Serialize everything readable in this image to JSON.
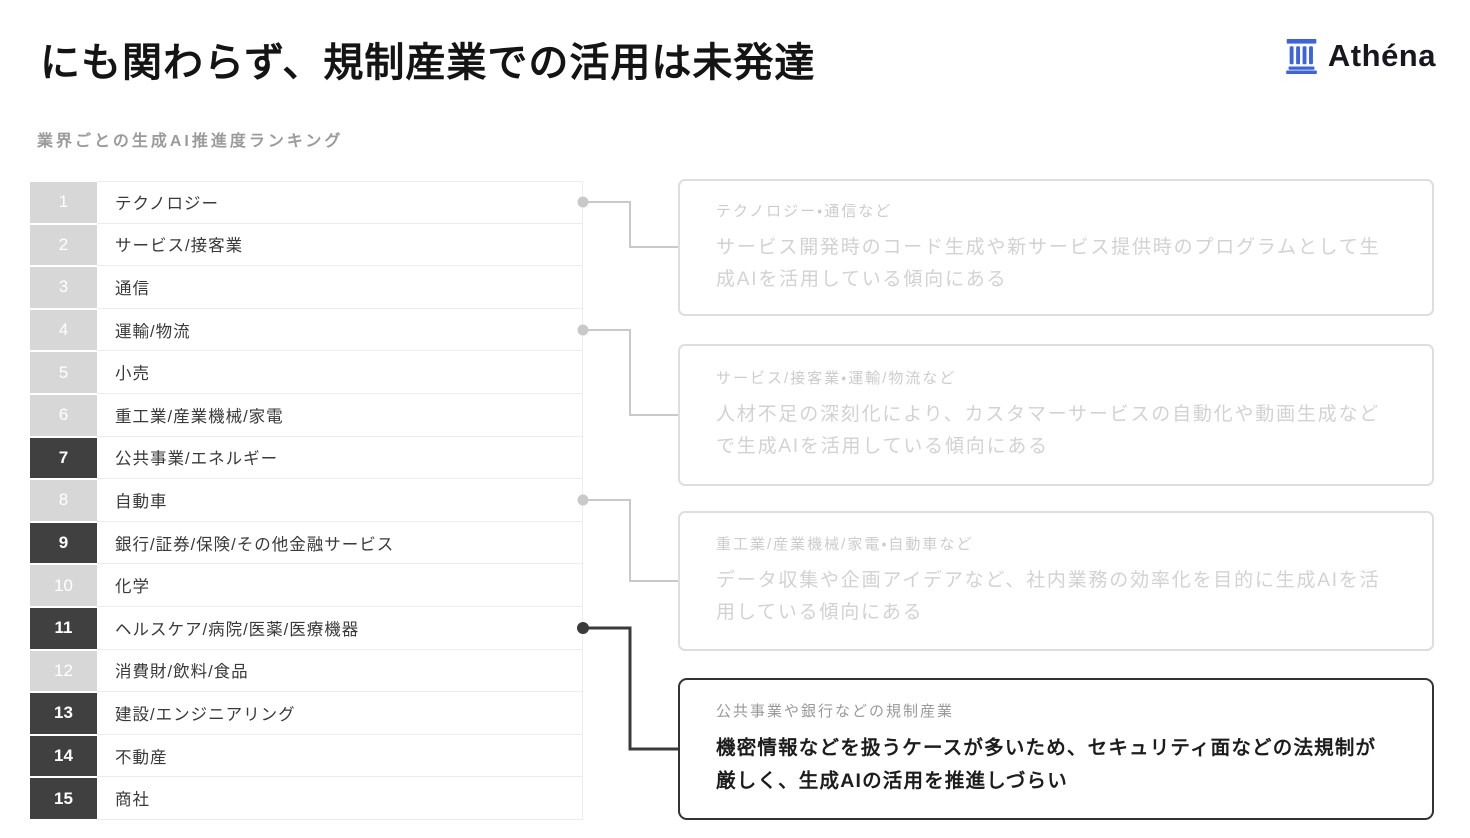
{
  "header": {
    "title": "にも関わらず、規制産業での活用は未発達",
    "brand_name": "Athéna",
    "brand_icon": "greek-pillar-icon"
  },
  "ranking": {
    "caption": "業界ごとの生成AI推進度ランキング",
    "rows": [
      {
        "rank": "1",
        "label": "テクノロジー",
        "emphasized": false
      },
      {
        "rank": "2",
        "label": "サービス/接客業",
        "emphasized": false
      },
      {
        "rank": "3",
        "label": "通信",
        "emphasized": false
      },
      {
        "rank": "4",
        "label": "運輸/物流",
        "emphasized": false
      },
      {
        "rank": "5",
        "label": "小売",
        "emphasized": false
      },
      {
        "rank": "6",
        "label": "重工業/産業機械/家電",
        "emphasized": false
      },
      {
        "rank": "7",
        "label": "公共事業/エネルギー",
        "emphasized": true
      },
      {
        "rank": "8",
        "label": "自動車",
        "emphasized": false
      },
      {
        "rank": "9",
        "label": "銀行/証券/保険/その他金融サービス",
        "emphasized": true
      },
      {
        "rank": "10",
        "label": "化学",
        "emphasized": false
      },
      {
        "rank": "11",
        "label": "ヘルスケア/病院/医薬/医療機器",
        "emphasized": true
      },
      {
        "rank": "12",
        "label": "消費財/飲料/食品",
        "emphasized": false
      },
      {
        "rank": "13",
        "label": "建設/エンジニアリング",
        "emphasized": true
      },
      {
        "rank": "14",
        "label": "不動産",
        "emphasized": true
      },
      {
        "rank": "15",
        "label": "商社",
        "emphasized": true
      }
    ]
  },
  "callouts": [
    {
      "header": "テクノロジー・通信など",
      "body": "サービス開発時のコード生成や新サービス提供時のプログラムとして生成AIを活用している傾向にある",
      "active": false
    },
    {
      "header": "サービス/接客業・運輸/物流など",
      "body": "人材不足の深刻化により、カスタマーサービスの自動化や動画生成などで生成AIを活用している傾向にある",
      "active": false
    },
    {
      "header": "重工業/産業機械/家電・自動車など",
      "body": "データ収集や企画アイデアなど、社内業務の効率化を目的に生成AIを活用している傾向にある",
      "active": false
    },
    {
      "header": "公共事業や銀行などの規制産業",
      "body": "機密情報などを扱うケースが多いため、セキュリティ面などの法規制が厳しく、生成AIの活用を推進しづらい",
      "active": true
    }
  ],
  "colors": {
    "brand_blue": "#3d63e1",
    "title_text": "#141414",
    "muted_caption": "#9b9b9b",
    "rank_cell_light": "#d7d7d7",
    "rank_cell_dark": "#404040",
    "row_text": "#3a3a3a",
    "callout_muted_border": "#dedede",
    "callout_muted_header": "#cccccc",
    "callout_muted_body": "#d2d2d2",
    "callout_active_border": "#333333",
    "callout_active_header": "#9a9a9a",
    "callout_active_body": "#1d1d1d",
    "connector_gray": "#c9c9c9",
    "connector_dark": "#3b3b3b"
  }
}
